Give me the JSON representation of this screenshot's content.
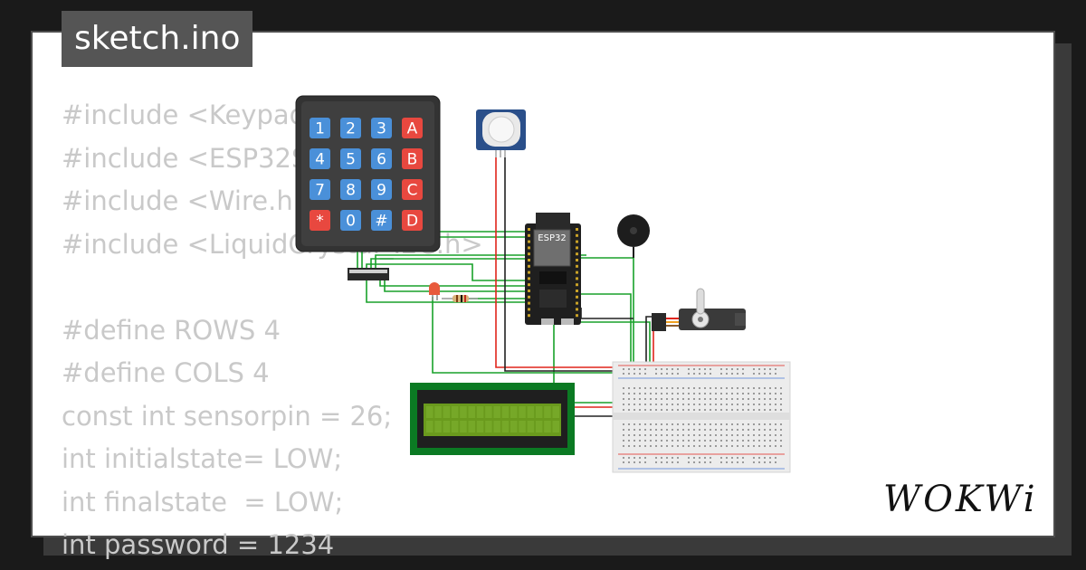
{
  "title": "sketch.ino",
  "code_lines": [
    "#include <Keypad.h>",
    "#include <ESP32Servo.h>",
    "#include <Wire.h>",
    "#include <LiquidCrystal_I2C.h>",
    "",
    "#define ROWS 4",
    "#define COLS 4",
    "const int sensorpin = 26;",
    "int initialstate= LOW;",
    "int finalstate  = LOW;",
    "int password = 1234"
  ],
  "keypad": {
    "keys": [
      "1",
      "2",
      "3",
      "A",
      "4",
      "5",
      "6",
      "B",
      "7",
      "8",
      "9",
      "C",
      "*",
      "0",
      "#",
      "D"
    ],
    "number_color": "#4a90d9",
    "letter_color": "#e8483f"
  },
  "esp32_label": "ESP32",
  "logo": "WOKWi",
  "colors": {
    "background": "#1a1a1a",
    "panel": "#ffffff",
    "title_tab": "#555555",
    "code_text": "#c9c9c9",
    "wire_green": "#18a12a",
    "wire_red": "#e0251c",
    "lcd_pcb": "#0b7a23",
    "lcd_screen": "#6a9a1d",
    "board": "#1f1f1f"
  }
}
